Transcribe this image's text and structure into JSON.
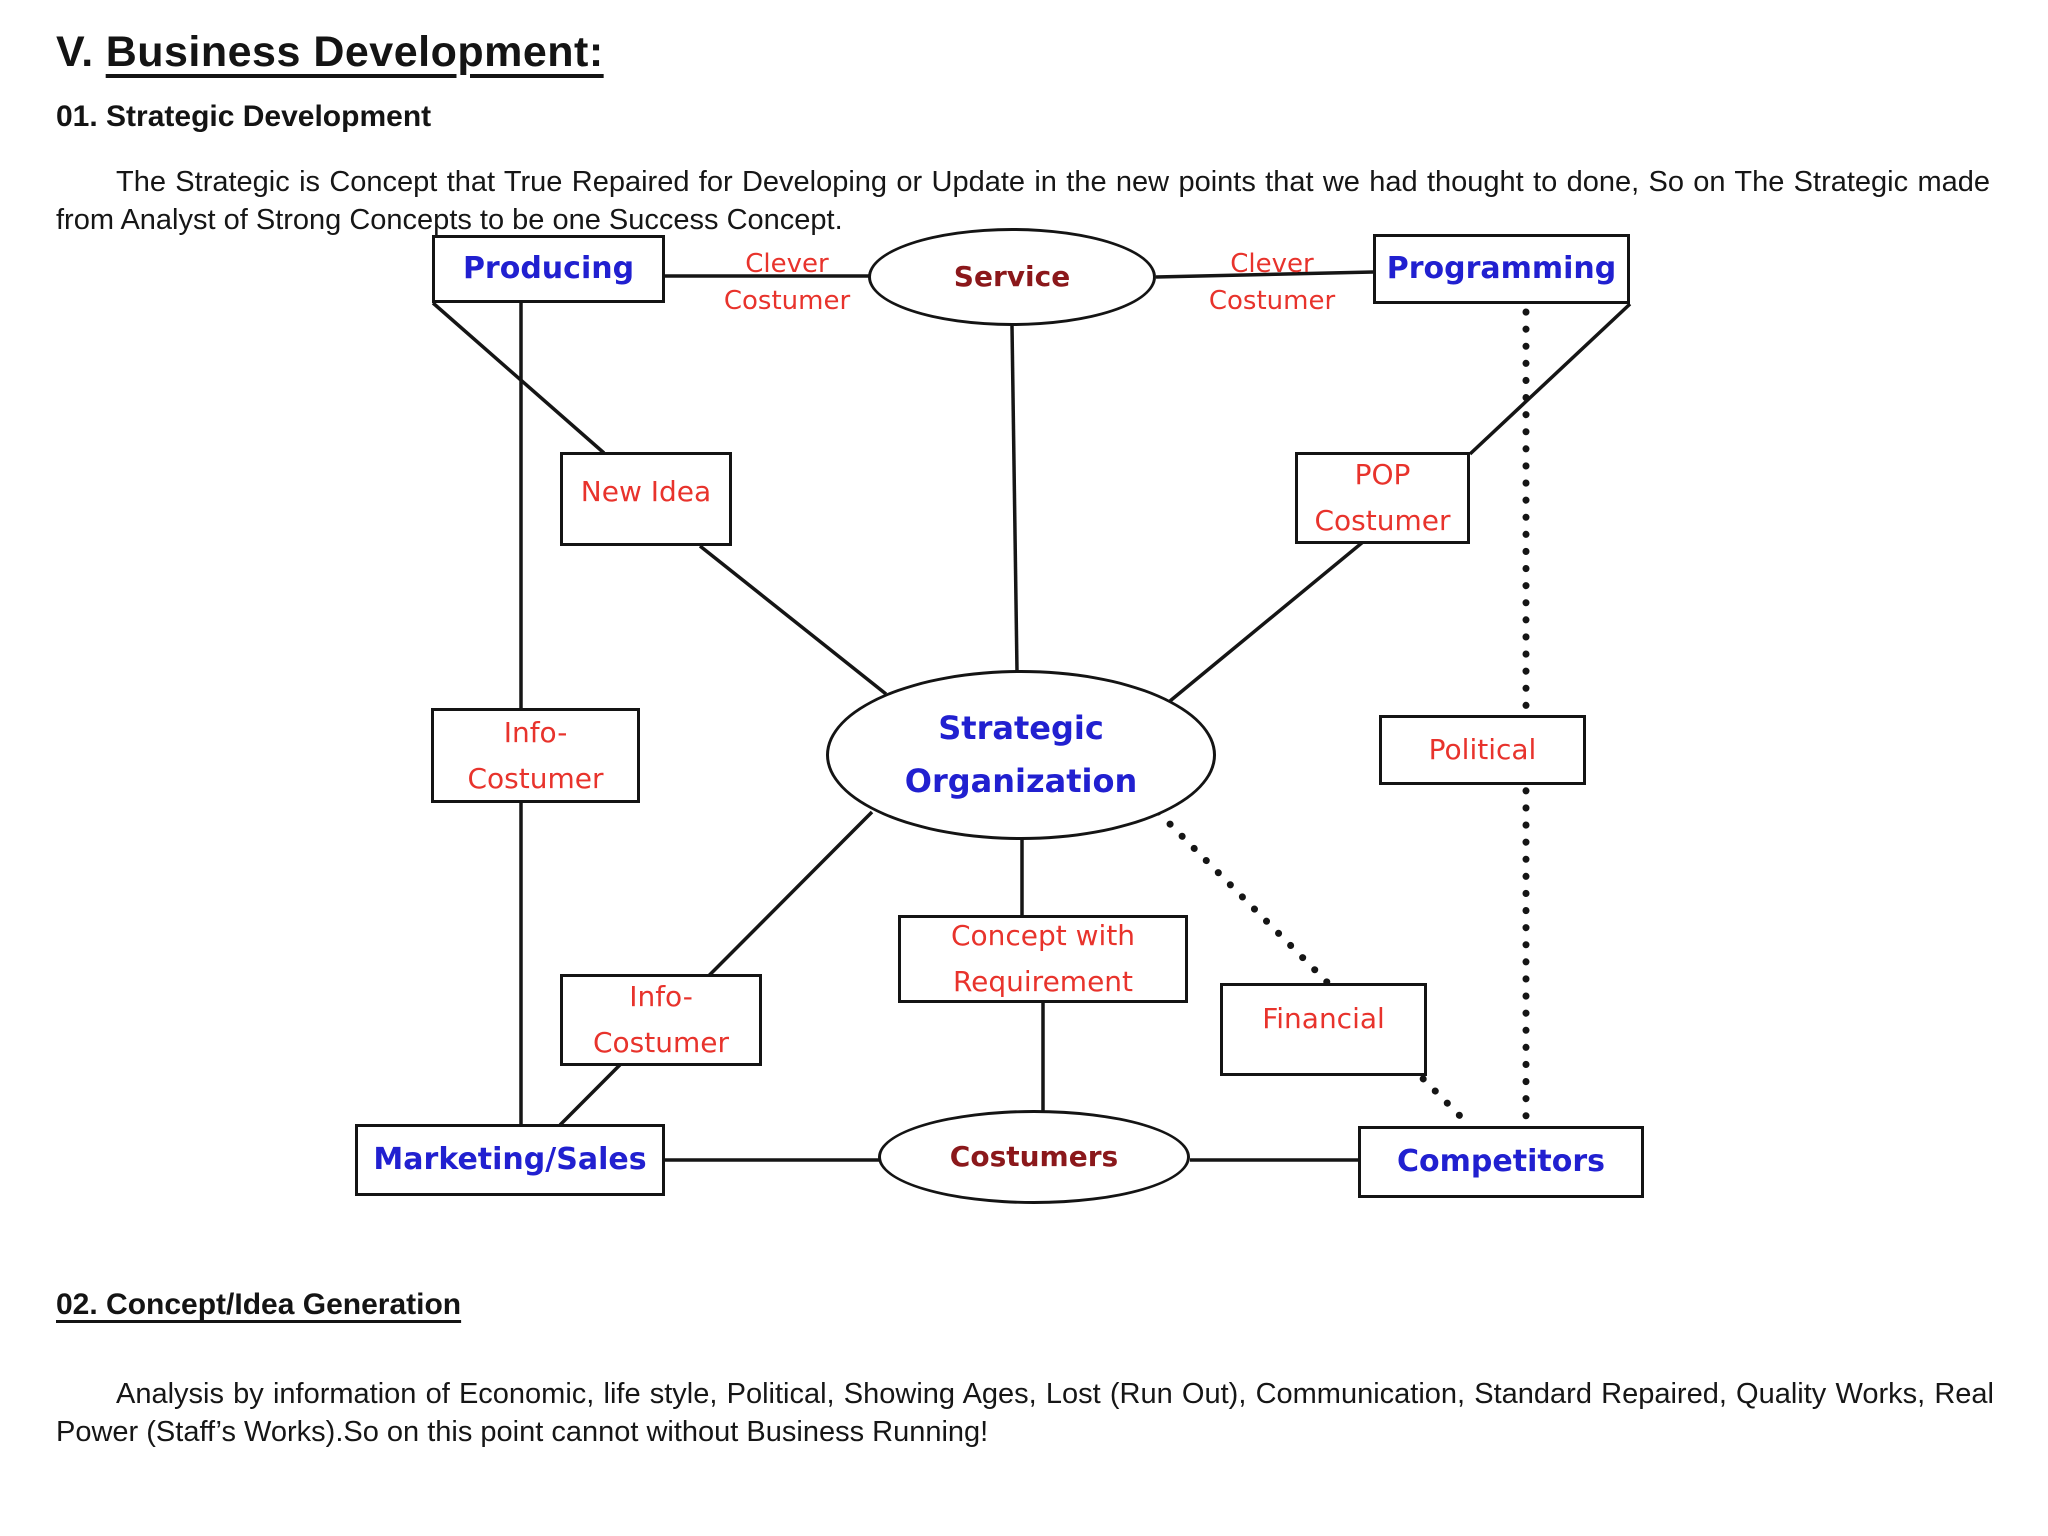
{
  "document": {
    "title_prefix": "V.",
    "title_text": "Business Development:",
    "section_01": {
      "heading": "01. Strategic Development",
      "body": "The Strategic is Concept that True Repaired for  Developing or Update in  the new points that we had thought to done, So on The Strategic made from Analyst of Strong Concepts to be one Success Concept."
    },
    "section_02": {
      "heading": "02. Concept/Idea Generation",
      "body": "Analysis by information of Economic, life style, Political, Showing Ages, Lost (Run Out), Communication, Standard Repaired, Quality Works, Real Power (Staff’s Works).So on this point cannot without Business Running!"
    }
  },
  "diagram": {
    "colors": {
      "blue_label": "#2120d0",
      "maroon_label": "#8b181b",
      "red_label": "#e8332c",
      "line_color": "#151515"
    },
    "nodes": {
      "producing": {
        "label": "Producing"
      },
      "service": {
        "label": "Service"
      },
      "programming": {
        "label": "Programming"
      },
      "new_idea": {
        "label": "New Idea"
      },
      "pop_costumer": {
        "line1": "POP",
        "line2": "Costumer"
      },
      "strategic_organization": {
        "line1": "Strategic",
        "line2": "Organization"
      },
      "info_costumer_left": {
        "line1": "Info-",
        "line2": "Costumer"
      },
      "political": {
        "label": "Political"
      },
      "concept_with_requirement": {
        "line1": "Concept with",
        "line2": "Requirement"
      },
      "info_costumer_lower": {
        "line1": "Info-",
        "line2": "Costumer"
      },
      "financial": {
        "label": "Financial"
      },
      "marketing_sales": {
        "label": "Marketing/Sales"
      },
      "costumers": {
        "label": "Costumers"
      },
      "competitors": {
        "label": "Competitors"
      }
    },
    "edge_labels": {
      "clever_costumer_left": {
        "line1": "Clever",
        "line2": "Costumer"
      },
      "clever_costumer_right": {
        "line1": "Clever",
        "line2": "Costumer"
      }
    }
  }
}
